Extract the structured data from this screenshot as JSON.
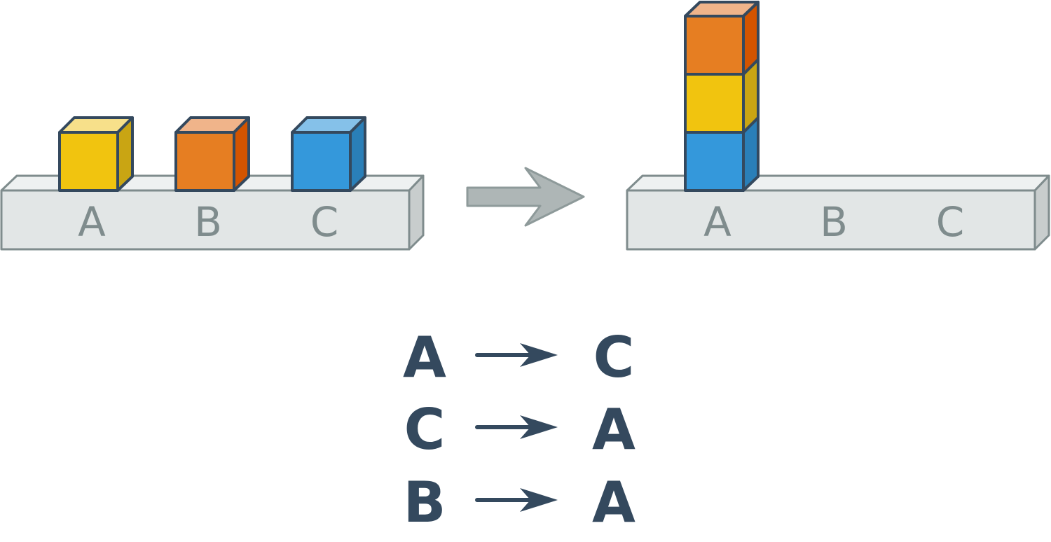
{
  "colors": {
    "base_front": "#e2e6e6",
    "base_top": "#eef1f1",
    "base_side": "#c8cdcd",
    "base_stroke": "#7f8c8d",
    "outline": "#34495e",
    "transition_arrow": "#aeb6b6",
    "label_text": "#7f8c8d",
    "move_text": "#34495e"
  },
  "blocks": {
    "yellow": {
      "front": "#f1c40f",
      "top": "#f7e08a",
      "side": "#c9a513"
    },
    "orange": {
      "front": "#e67e22",
      "top": "#f0b48a",
      "side": "#d35400"
    },
    "blue": {
      "front": "#3498db",
      "top": "#85c1e9",
      "side": "#2a7fb8"
    }
  },
  "slots": [
    "A",
    "B",
    "C"
  ],
  "initial_state": {
    "A": [
      "yellow"
    ],
    "B": [
      "orange"
    ],
    "C": [
      "blue"
    ]
  },
  "final_state": {
    "A": [
      "blue",
      "yellow",
      "orange"
    ],
    "B": [],
    "C": []
  },
  "moves": [
    {
      "from": "A",
      "to": "C"
    },
    {
      "from": "C",
      "to": "A"
    },
    {
      "from": "B",
      "to": "A"
    }
  ]
}
